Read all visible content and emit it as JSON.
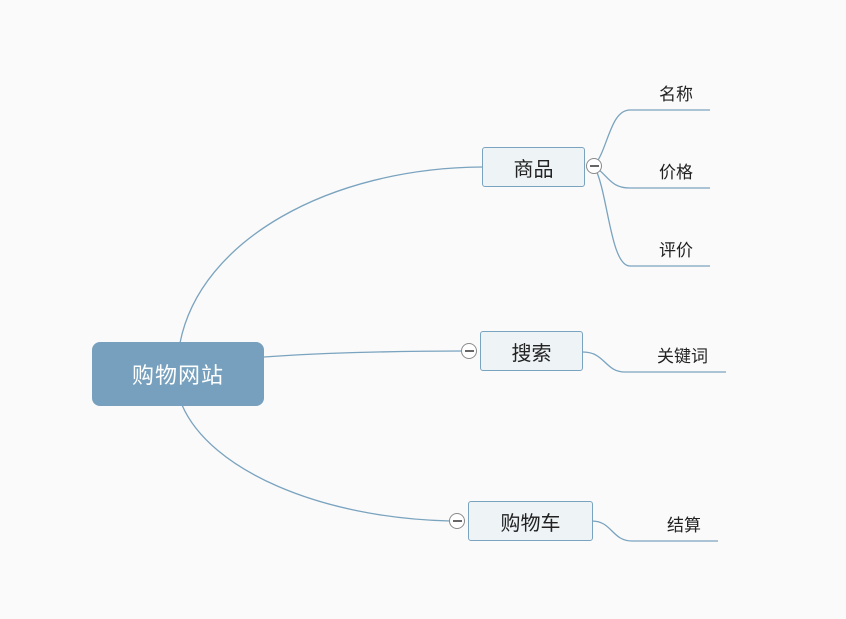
{
  "mindmap": {
    "root": "购物网站",
    "branches": [
      {
        "label": "商品",
        "children": [
          "名称",
          "价格",
          "评价"
        ]
      },
      {
        "label": "搜索",
        "children": [
          "关键词"
        ]
      },
      {
        "label": "购物车",
        "children": [
          "结算"
        ]
      }
    ]
  },
  "colors": {
    "root_fill": "#76a0bd",
    "topic_fill": "#eef3f6",
    "line": "#7aa3bf"
  }
}
